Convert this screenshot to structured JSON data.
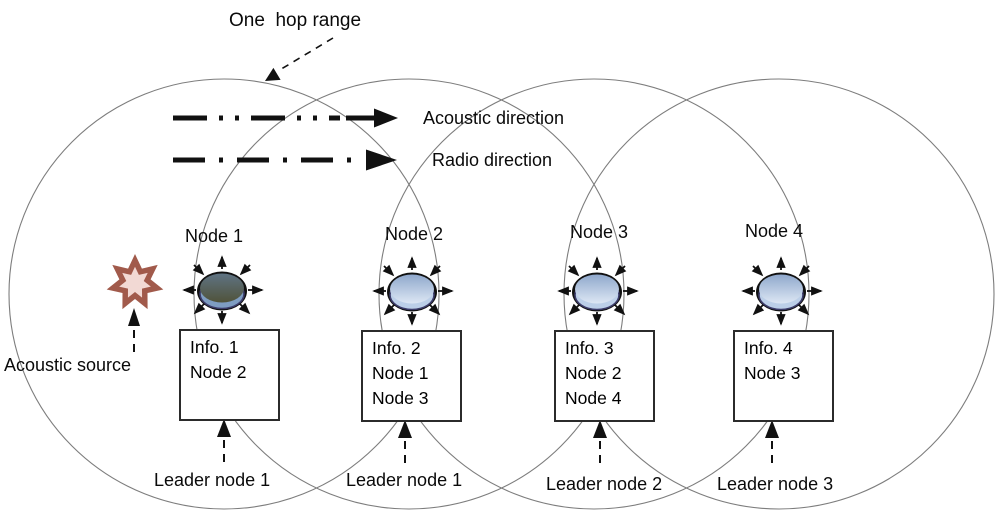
{
  "title": "One  hop range",
  "legend": {
    "acoustic_label": "Acoustic direction",
    "radio_label": "Radio direction"
  },
  "source": {
    "label": "Acoustic source"
  },
  "nodes": [
    {
      "label": "Node 1",
      "info_lines": [
        "Info. 1",
        "Node 2"
      ],
      "leader_label": "Leader node 1"
    },
    {
      "label": "Node 2",
      "info_lines": [
        "Info. 2",
        "Node 1",
        "Node 3"
      ],
      "leader_label": "Leader node 1"
    },
    {
      "label": "Node 3",
      "info_lines": [
        "Info. 3",
        "Node 2",
        "Node 4"
      ],
      "leader_label": "Leader node 2"
    },
    {
      "label": "Node 4",
      "info_lines": [
        "Info. 4",
        "Node 3"
      ],
      "leader_label": "Leader node 3"
    }
  ],
  "colors": {
    "circle_stroke": "#7d7d7d",
    "line_black": "#111111",
    "node_blue_top": "#8fa8cc",
    "node_blue_bottom": "#dde7f4",
    "node_blue_rim": "#bccfe8",
    "node_dark_top": "#5f7383",
    "node_dark_bottom": "#50533a",
    "node_dark_rim": "#7e9dc2",
    "rim_edge": "#3c3c6a",
    "star_outer": "#a15a4b",
    "star_inner": "#f2d9d4"
  }
}
